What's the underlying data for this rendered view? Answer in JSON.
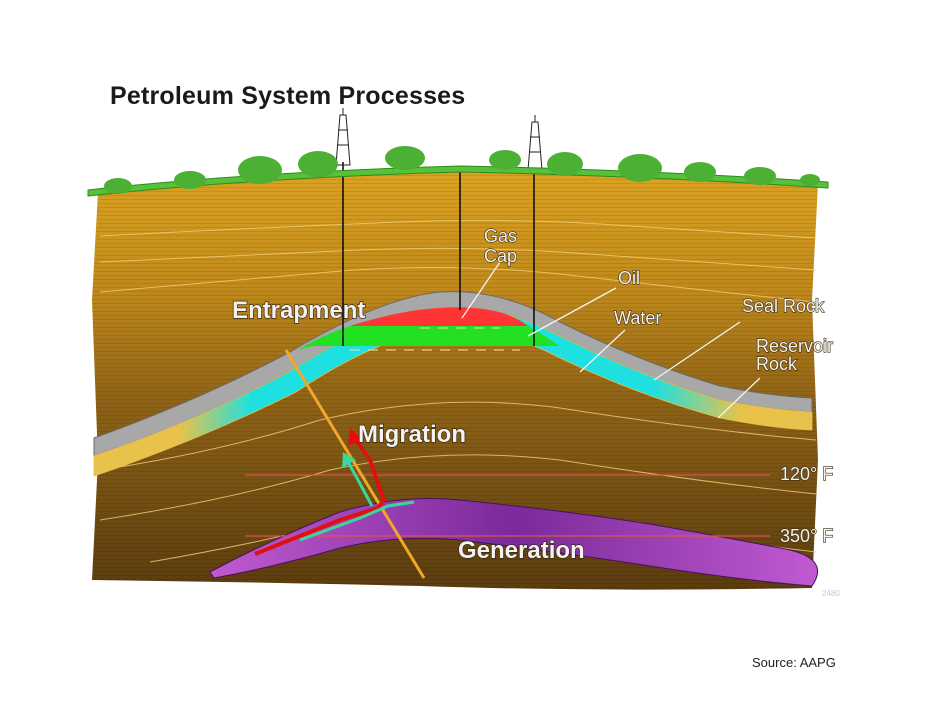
{
  "title": "Petroleum System Processes",
  "labels": {
    "gas_cap_line1": "Gas",
    "gas_cap_line2": "Cap",
    "oil": "Oil",
    "water": "Water",
    "seal_rock": "Seal Rock",
    "reservoir_line1": "Reservoir",
    "reservoir_line2": "Rock",
    "entrapment": "Entrapment",
    "migration": "Migration",
    "generation": "Generation",
    "temp_120": "120° F",
    "temp_350": "350° F",
    "figure_number": "2480"
  },
  "source": "Source: AAPG",
  "colors": {
    "ground": "#55c23a",
    "rock_light": "#d9a21e",
    "rock_dark": "#6e4a14",
    "seal_rock": "#a9a9a9",
    "reservoir": "#1fe0e0",
    "gas": "#ff3a3a",
    "oil": "#22e022",
    "source_rock": "#9a2fb0",
    "fault": "#f2a62a",
    "migration_red": "#e01010",
    "migration_green": "#3ad79a"
  }
}
